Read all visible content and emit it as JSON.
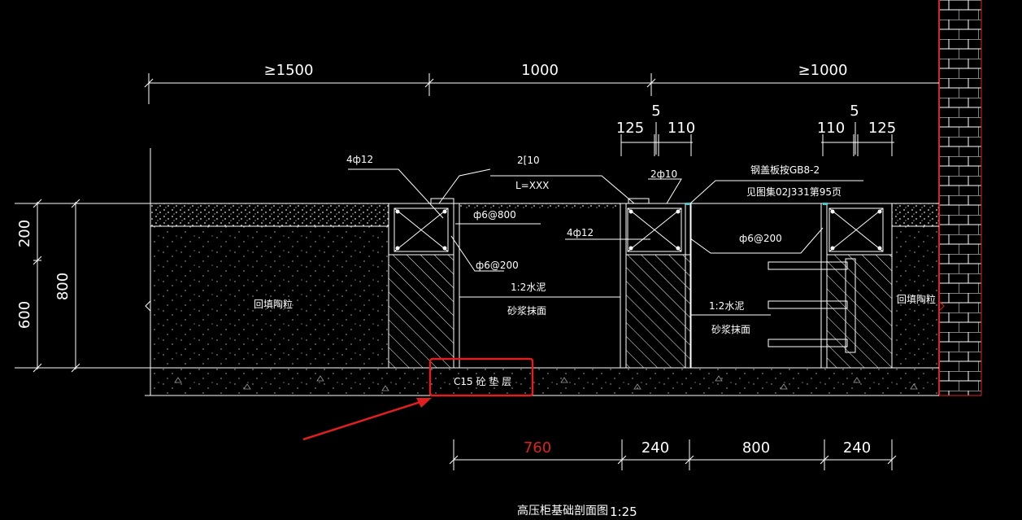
{
  "drawing": {
    "title": "高压柜基础剖面图",
    "scale": "1:25",
    "top_dims": [
      "≥1500",
      "1000",
      "≥1000"
    ],
    "sub_dims_left": [
      "125",
      "5",
      "110"
    ],
    "sub_dims_right": [
      "110",
      "5",
      "125"
    ],
    "left_dims": [
      "200",
      "600",
      "800"
    ],
    "bottom_dims": [
      "760",
      "240",
      "800",
      "240"
    ],
    "labels": {
      "rebar_4phi12_a": "4ф12",
      "channel": "2[10",
      "length": "L=XXX",
      "rebar_2phi10": "2ф10",
      "plate_line1": "钢盖板按GB8-2",
      "plate_line2": "见图集02J331第95页",
      "stirrup_800": "ф6@800",
      "stirrup_200_a": "ф6@200",
      "rebar_4phi12_b": "4ф12",
      "stirrup_200_b": "ф6@200",
      "mortar_a_line1": "1:2水泥",
      "mortar_a_line2": "砂浆抹面",
      "mortar_b_line1": "1:2水泥",
      "mortar_b_line2": "砂浆抹面",
      "fill_left": "回填陶粒",
      "fill_right": "回填陶粒",
      "cushion": "C15 砼 垫 层"
    }
  },
  "colors": {
    "background": "#000000",
    "lines": "#ffffff",
    "highlight": "#e02020",
    "dim_red": "#e02020",
    "wall": "#e02020"
  }
}
